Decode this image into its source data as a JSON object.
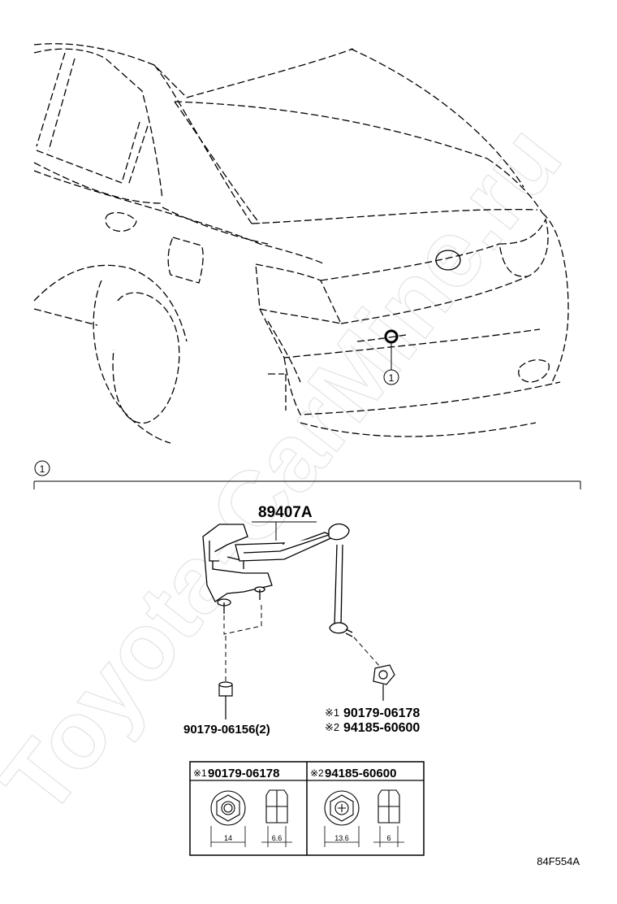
{
  "watermark": "Toyota-CarMine.ru",
  "callout": {
    "index": "1"
  },
  "section": {
    "index": "1"
  },
  "parts": {
    "sensor": "89407A",
    "bolt": "90179-06156(2)",
    "nut_line1_marker": "※1",
    "nut_line1": "90179-06178",
    "nut_line2_marker": "※2",
    "nut_line2": "94185-60600"
  },
  "table": {
    "col1_marker": "※1",
    "col1_header": "90179-06178",
    "col2_marker": "※2",
    "col2_header": "94185-60600",
    "col1_width": "14",
    "col1_height": "6.6",
    "col2_width": "13.6",
    "col2_height": "6"
  },
  "figure_code": "84F554A"
}
